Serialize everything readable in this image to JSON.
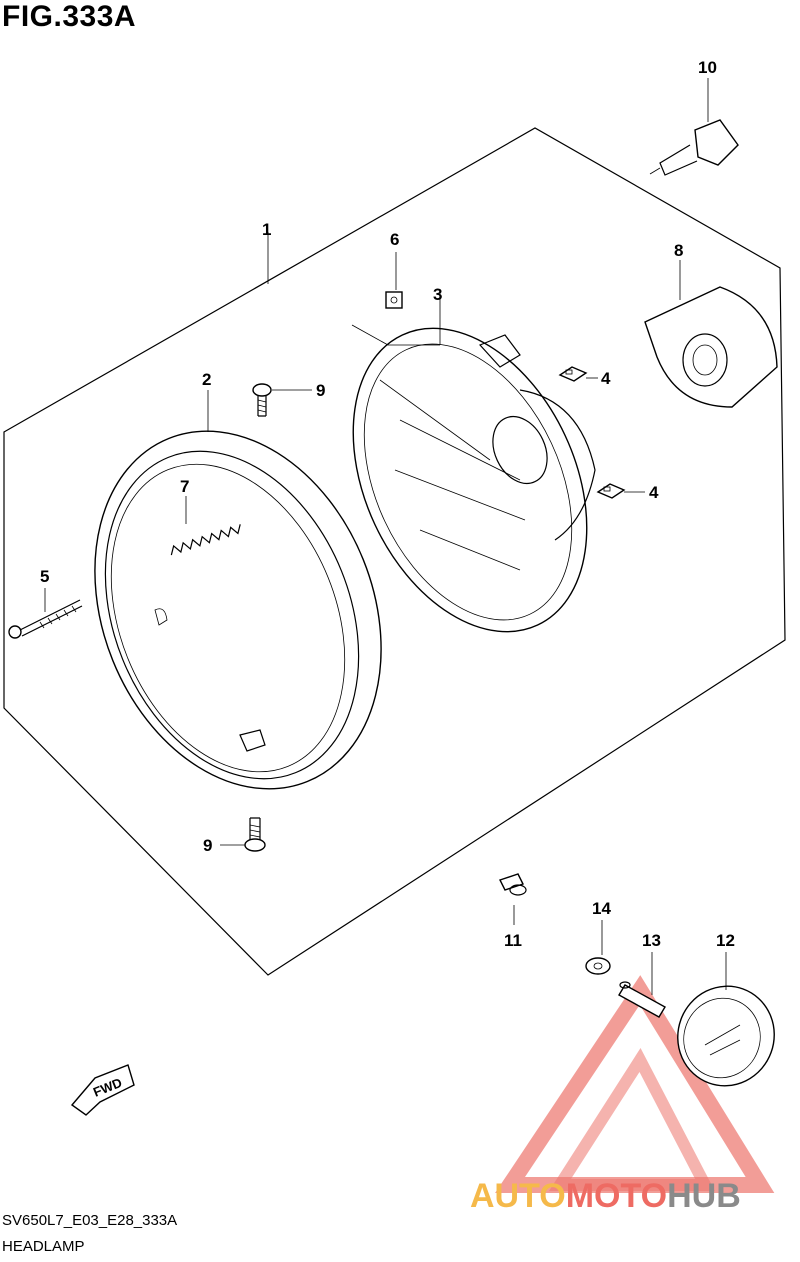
{
  "figure": {
    "title": "FIG.333A"
  },
  "callouts": {
    "c1": "1",
    "c2": "2",
    "c3": "3",
    "c4a": "4",
    "c4b": "4",
    "c5": "5",
    "c6": "6",
    "c7": "7",
    "c8": "8",
    "c9a": "9",
    "c9b": "9",
    "c10": "10",
    "c11": "11",
    "c12": "12",
    "c13": "13",
    "c14": "14"
  },
  "fwd_label": "FWD",
  "watermark": {
    "text_a": "AUTO",
    "text_b": "MOTO",
    "text_c": "HUB",
    "color_a": "#f5a623",
    "color_b": "#e8423f",
    "color_c": "#7a7a7a"
  },
  "footer": {
    "model_code": "SV650L7_E03_E28_333A",
    "caption": "HEADLAMP"
  }
}
